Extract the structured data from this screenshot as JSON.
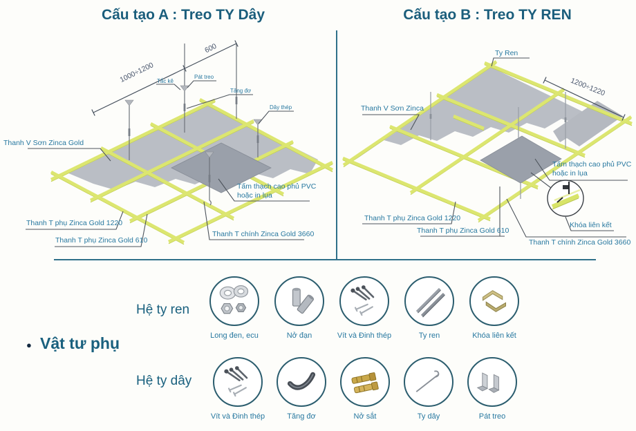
{
  "colors": {
    "title": "#1b5e7c",
    "label": "#2778a0",
    "dimension": "#46536a",
    "rule": "#2f7089",
    "grid_bar": "#dce670",
    "panel": "#babec5",
    "panel_dark": "#9aa0aa",
    "circle_border": "#2b5d6e"
  },
  "diagram_a": {
    "title": "Cấu tạo A : Treo TY Dây",
    "dim_long": "1000÷1200",
    "dim_short": "600",
    "labels": {
      "tac_ke": "Tắc kê",
      "pat_treo": "Pát treo",
      "tang_do": "Tăng đơ",
      "day_thep": "Dây thép",
      "thanh_v": "Thanh V Sơn Zinca Gold",
      "tam_line1": "Tấm thạch cao phủ PVC",
      "tam_line2": "hoặc in lụa",
      "t_phu_1220": "Thanh T phụ Zinca Gold 1220",
      "t_phu_610": "Thanh T phụ Zinca Gold 610",
      "t_chinh": "Thanh T chính Zinca Gold 3660"
    }
  },
  "diagram_b": {
    "title": "Cấu tạo B : Treo TY REN",
    "dim_long": "1200÷1220",
    "labels": {
      "ty_ren": "Ty Ren",
      "thanh_v": "Thanh V Sơn Zinca",
      "tam_line1": "Tấm thạch cao phủ PVC",
      "tam_line2": "hoặc in lụa",
      "khoa": "Khóa liên kết",
      "t_phu_1220": "Thanh T phụ Zinca Gold 1220",
      "t_phu_610": "Thanh T phụ Zinca Gold 610",
      "t_chinh": "Thanh T chính Zinca Gold 3660"
    }
  },
  "parts": {
    "bullet": "●",
    "section_title": "Vật tư phụ",
    "groups": [
      {
        "name": "Hệ ty ren",
        "items": [
          {
            "label": "Long đen, ecu",
            "icon": "washer-nut-icon"
          },
          {
            "label": "Nở đạn",
            "icon": "drop-in-anchor-icon"
          },
          {
            "label": "Vít và Đinh thép",
            "icon": "screws-nails-icon"
          },
          {
            "label": "Ty ren",
            "icon": "threaded-rod-icon"
          },
          {
            "label": "Khóa liên kết",
            "icon": "lock-clip-icon"
          }
        ]
      },
      {
        "name": "Hệ ty dây",
        "items": [
          {
            "label": "Vít và Đinh thép",
            "icon": "screws-nails-icon"
          },
          {
            "label": "Tăng đơ",
            "icon": "turnbuckle-icon"
          },
          {
            "label": "Nở sắt",
            "icon": "expansion-bolt-icon"
          },
          {
            "label": "Ty dây",
            "icon": "wire-rod-icon"
          },
          {
            "label": "Pát treo",
            "icon": "hanger-bracket-icon"
          }
        ]
      }
    ]
  }
}
